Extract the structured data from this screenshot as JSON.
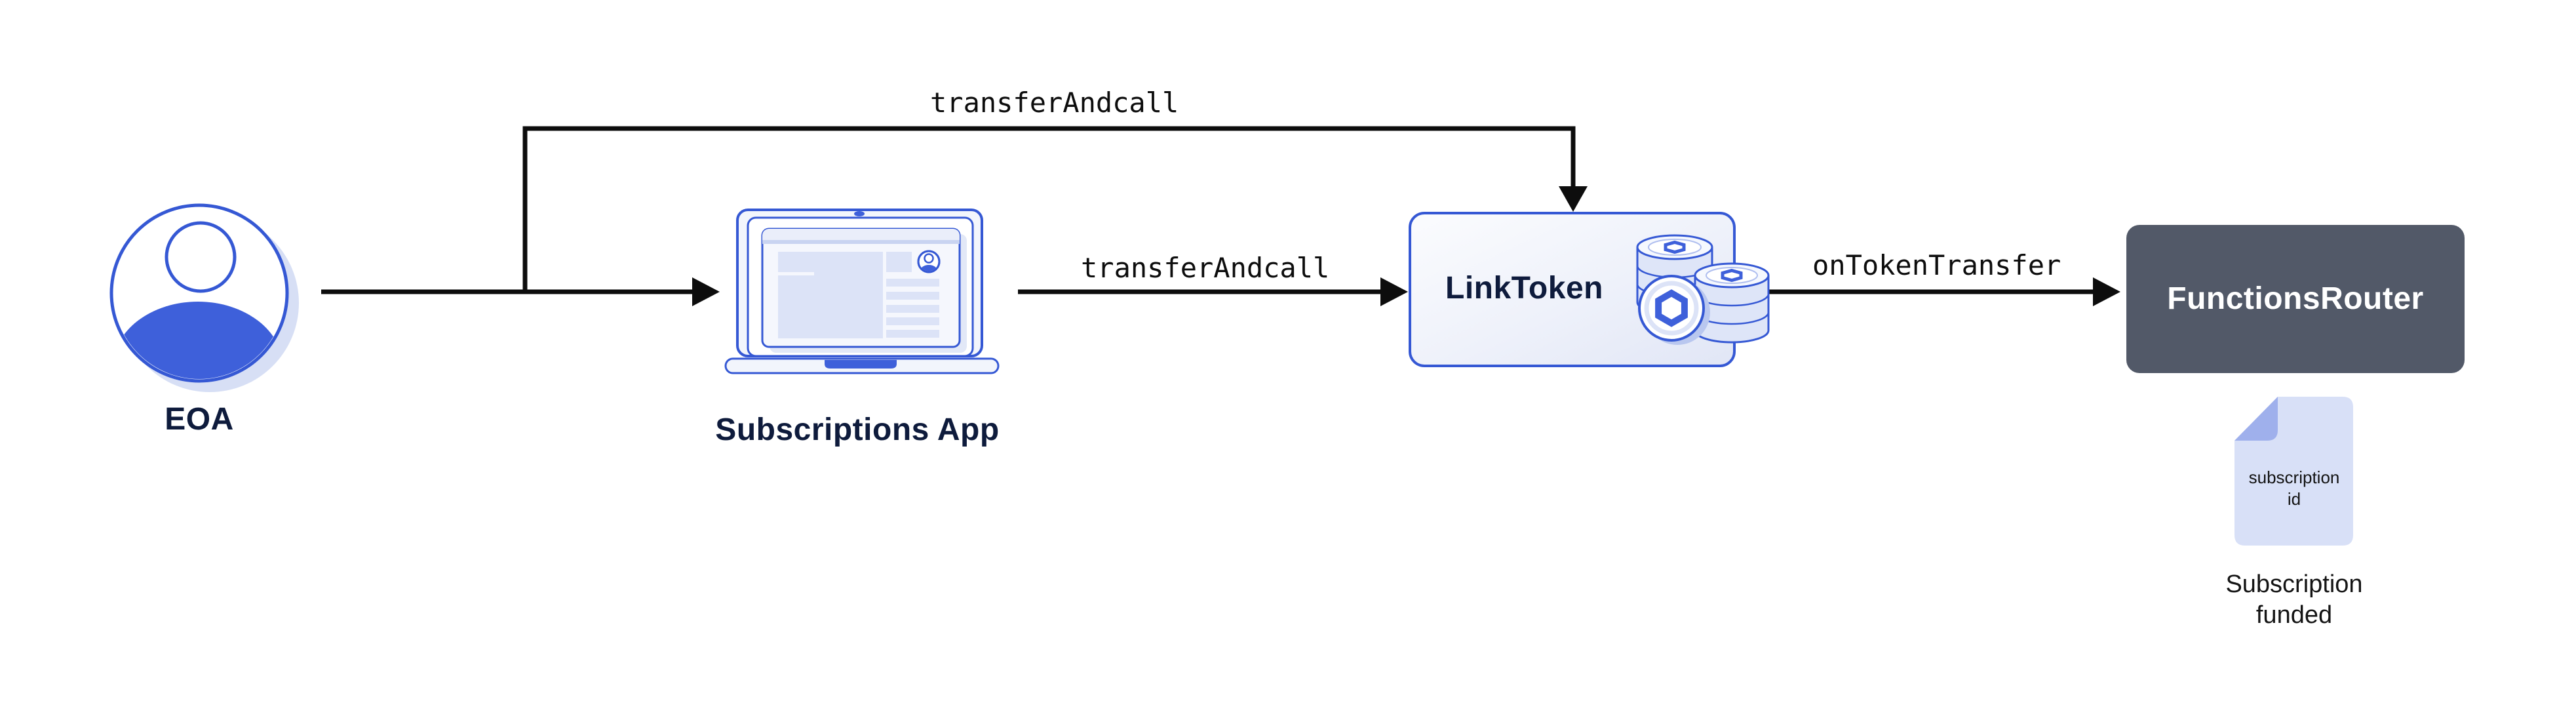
{
  "colors": {
    "accent_blue": "#3558D4",
    "solid_blue": "#3E60DA",
    "navy_text": "#0E1B3C",
    "router_gray": "#525968",
    "lavender_fill": "#DCE3F7",
    "lavender_shadow": "#D7DFF5",
    "document_fill": "#D8E0F7",
    "document_fold": "#9FB0EC",
    "arrow_black": "#0D0D0D",
    "background": "#FFFFFF"
  },
  "nodes": {
    "eoa": {
      "label": "EOA"
    },
    "subscriptions_app": {
      "label": "Subscriptions App"
    },
    "link_token": {
      "label": "LinkToken"
    },
    "functions_router": {
      "label": "FunctionsRouter"
    }
  },
  "edges": {
    "eoa_to_link_token": {
      "label": "transferAndcall"
    },
    "app_to_link_token": {
      "label": "transferAndcall"
    },
    "link_token_to_router": {
      "label": "onTokenTransfer"
    }
  },
  "artifacts": {
    "subscription_doc": {
      "text_line1": "subscription",
      "text_line2": "id",
      "caption_line1": "Subscription",
      "caption_line2": "funded"
    }
  },
  "icons": {
    "eoa": "user-avatar-icon",
    "subscriptions_app": "laptop-browser-icon",
    "link_token": "link-coin-stack-icon",
    "subscription_doc": "document-folded-corner-icon"
  }
}
